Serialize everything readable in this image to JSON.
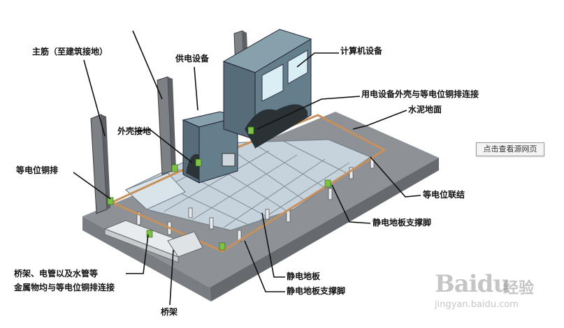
{
  "labels": {
    "main_rebar": "主筋（至建筑接地）",
    "power_equipment": "供电设备",
    "computer_equipment": "计算机设备",
    "enclosure_bonding": "用电设备外壳与等电位铜排连接",
    "cement_floor": "水泥地面",
    "shell_grounding": "外壳接地",
    "copper_busbar": "等电位铜排",
    "equipotential_bonding": "等电位联结",
    "support_foot_right": "静电地板支撑脚",
    "metal_bonding_line1": "桥架、电管以及水管等",
    "metal_bonding_line2": "金属物均与等电位铜排连接",
    "static_floor": "静电地板",
    "support_foot_bottom": "静电地板支撑脚",
    "cable_tray": "桥架"
  },
  "ui": {
    "view_source_button": "点击查看源网页"
  },
  "watermark": {
    "brand": "Baidu",
    "product": "经验",
    "url": "jingyan.baidu.com"
  },
  "colors": {
    "slab_top": "#8f9397",
    "slab_side": "#6c7075",
    "floor_panel": "#c9d6de",
    "cabinet": "#5f7480",
    "copper_pipe": "#c8905a",
    "column": "#7c8085"
  }
}
